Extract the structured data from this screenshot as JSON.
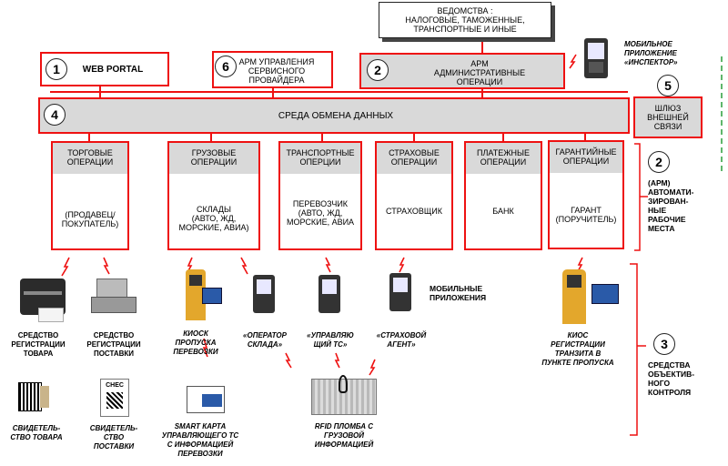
{
  "agencies": "ВЕДОМСТВА :\nНАЛОГОВЫЕ, ТАМОЖЕННЫЕ,\nТРАНСПОРТНЫЕ И ИНЫЕ",
  "web_portal": {
    "num": "1",
    "label": "WEB PORTAL"
  },
  "provider_arm": {
    "num": "6",
    "label": "АРМ УПРАВЛЕНИЯ\nСЕРВИСНОГО\nПРОВАЙДЕРА"
  },
  "admin_arm": {
    "num": "2",
    "label": "АРМ\nАДМИНИСТРАТИВНЫЕ\nОПЕРАЦИИ"
  },
  "inspector_app": "МОБИЛЬНОЕ\nПРИЛОЖЕНИЕ\n«ИНСПЕКТОР»",
  "exchange": {
    "num": "4",
    "label": "СРЕДА ОБМЕНА ДАННЫХ"
  },
  "gateway": {
    "num": "5",
    "label": "ШЛЮЗ\nВНЕШНЕЙ\nСВЯЗИ"
  },
  "operations": [
    {
      "title": "ТОРГОВЫЕ\nОПЕРАЦИИ",
      "body": "(ПРОДАВЕЦ/\nПОКУПАТЕЛЬ)"
    },
    {
      "title": "ГРУЗОВЫЕ\nОПЕРАЦИИ",
      "body": "СКЛАДЫ\n(АВТО, ЖД,\nМОРСКИЕ, АВИА)"
    },
    {
      "title": "ТРАНСПОРТНЫЕ\nОПЕРЦИИ",
      "body": "ПЕРЕВОЗЧИК\n(АВТО, ЖД,\nМОРСКИЕ, АВИА"
    },
    {
      "title": "СТРАХОВЫЕ\nОПЕРАЦИИ",
      "body": "СТРАХОВЩИК"
    },
    {
      "title": "ПЛАТЕЖНЫЕ\nОПЕРАЦИИ",
      "body": "БАНК"
    },
    {
      "title": "ГАРАНТИЙНЫЕ\nОПЕРАЦИИ",
      "body": "ГАРАНТ\n(ПОРУЧИТЕЛЬ)"
    }
  ],
  "arm_side": {
    "num": "2",
    "label": "(АРМ)\nАВТОМАТИ-\nЗИРОВАН-\nНЫЕ\nРАБОЧИЕ\nМЕСТА"
  },
  "control_side": {
    "num": "3",
    "label": "СРЕДСТВА\nОБЪЕКТИВ-\nНОГО\nКОНТРОЛЯ"
  },
  "devices": {
    "goods_reg": "СРЕДСТВО\nРЕГИСТРАЦИИ\nТОВАРА",
    "supply_reg": "СРЕДСТВО\nРЕГИСТРАЦИИ\nПОСТАВКИ",
    "goods_cert": "СВИДЕТЕЛЬ-\nСТВО ТОВАРА",
    "supply_cert": "СВИДЕТЕЛЬ-\nСТВО\nПОСТАВКИ",
    "cert_code": "CHEC",
    "kiosk": "КИОСК\nПРОПУСКА\nПЕРЕВОЗКИ",
    "smart_card": "SMART КАРТА\nУПРАВЛЯЮЩЕГО ТС\nС ИНФОРМАЦИЕЙ\nПЕРЕВОЗКИ",
    "warehouse_op": "«ОПЕРАТОР\nСКЛАДА»",
    "driver": "«УПРАВЛЯЮ\nЩИЙ ТС»",
    "insurance_agent": "«СТРАХОВОЙ\nАГЕНТ»",
    "mobile_apps": "МОБИЛЬНЫЕ\nПРИЛОЖЕНИЯ",
    "rfid": "RFID ПЛОМБА С\nГРУЗОВОЙ\nИНФОРМАЦИЕЙ",
    "transit_kiosk": "КИОС\nРЕГИСТРАЦИИ\nТРАНЗИТА В\nПУНКТЕ ПРОПУСКА"
  },
  "colors": {
    "frame": "#e11111",
    "panel": "#d9d9d9",
    "dashed_line": "#2a9d3a"
  }
}
